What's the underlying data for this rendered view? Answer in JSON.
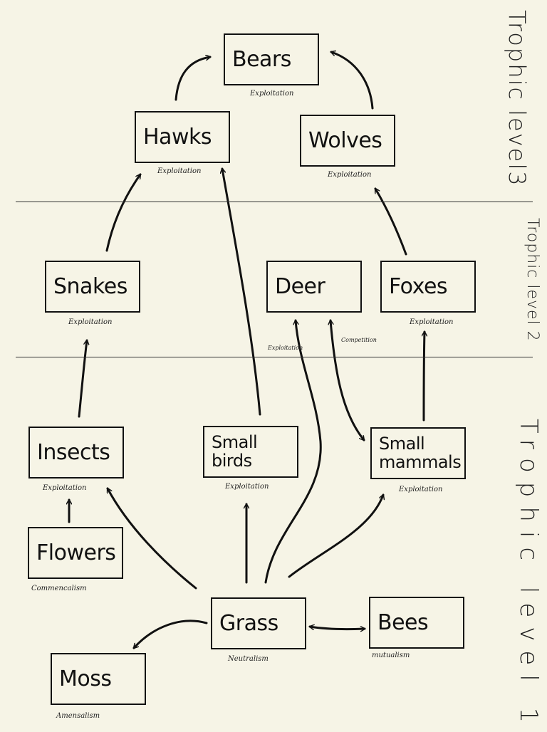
{
  "nodes": {
    "bears": "Bears",
    "hawks": "Hawks",
    "wolves": "Wolves",
    "snakes": "Snakes",
    "deer": "Deer",
    "foxes": "Foxes",
    "insects": "Insects",
    "small_birds": "Small\nbirds",
    "small_mammals": "Small\nmammals",
    "flowers": "Flowers",
    "grass": "Grass",
    "bees": "Bees",
    "moss": "Moss"
  },
  "relations": {
    "bears": "Exploitation",
    "hawks": "Exploitation",
    "wolves": "Exploitation",
    "snakes": "Exploitation",
    "deer_left": "Exploitation",
    "deer_right": "Competition",
    "foxes": "Exploitation",
    "insects": "Exploitation",
    "small_birds": "Exploitation",
    "small_mammals": "Exploitation",
    "flowers": "Commencalism",
    "grass": "Neutralism",
    "bees": "mutualism",
    "moss": "Amensalism"
  },
  "levels": {
    "level3": "Trophic level3",
    "level2": "Trophic level 2",
    "level1": "Trophic level 1"
  },
  "colors": {
    "background": "#f6f4e6",
    "ink": "#111111"
  }
}
